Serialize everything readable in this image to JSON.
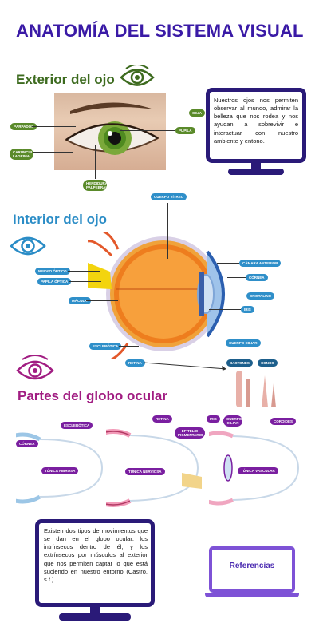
{
  "title": "ANATOMÍA DEL SISTEMA VISUAL",
  "exterior": {
    "heading": "Exterior del ojo",
    "labels": {
      "ceja": "CEJA",
      "parpados": "PÁRPADOS",
      "pupila": "PUPILA",
      "carunculas": "CARÚNCULA LAGRIMAL",
      "hendidura": "HENDIDURA PALPEBRAL"
    },
    "info": "Nuestros ojos nos permiten observar al mundo, admirar la belleza que nos rodea y nos ayudan a sobrevivir e interactuar con nuestro ambiente y entono."
  },
  "interior": {
    "heading": "Interior del ojo",
    "labels": {
      "cuerpo_vitreo": "CUERPO VÍTREO",
      "nervio_optico": "NERVIO ÓPTICO",
      "papila_optica": "PAPILA ÓPTICA",
      "macula": "MÁCULA",
      "esclerotica": "ESCLERÓTICA",
      "retina": "RETINA",
      "camara_anterior": "CÁMARA ANTERIOR",
      "cornea": "CÓRNEA",
      "cristalino": "CRISTALINO",
      "iris": "IRIS",
      "cuerpo_ciliar": "CUERPO CILIAR",
      "bastones": "BASTONES",
      "conos": "CONOS"
    }
  },
  "parts": {
    "heading": "Partes del globo ocular",
    "labels": {
      "cornea": "CÓRNEA",
      "esclerotica": "ESCLERÓTICA",
      "tunica_fibrosa": "TÚNICA FIBROSA",
      "retina": "RETINA",
      "epitelio": "EPITELIO PIGMENTARIO",
      "tunica_nerviosa": "TÚNICA NERVIOSA",
      "iris": "IRIS",
      "cuerpo_ciliar": "CUERPO CILIAR",
      "coroides": "COROIDES",
      "tunica_vascular": "TÚNICA VASCULAR"
    },
    "info": "Existen dos tipos de movimientos que se dan en el globo ocular: los intrínsecos dentro de él, y los extrínsecos por músculos al exterior que nos permiten captar lo que está suciendo en nuestro entorno (Castro, s.f.)."
  },
  "references_label": "Referencias",
  "colors": {
    "title": "#3a1aa6",
    "exterior": "#3d6b1f",
    "interior": "#2a8cc6",
    "parts": "#a11d82",
    "monitor": "#2a1a78",
    "references": "#7e52d6"
  },
  "icons": [
    "eye-icon-green",
    "eye-icon-blue",
    "eye-icon-magenta"
  ]
}
